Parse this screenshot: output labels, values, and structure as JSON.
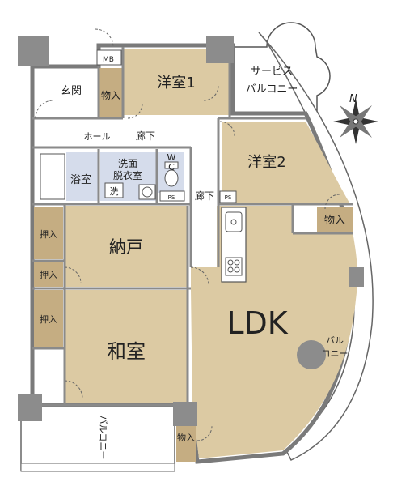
{
  "rooms": {
    "western1": "洋室1",
    "western2": "洋室2",
    "service_balcony_line1": "サービス",
    "service_balcony_line2": "バルコニー",
    "entrance": "玄関",
    "hall": "ホール",
    "corridor_upper": "廊下",
    "corridor_lower": "廊下",
    "bath": "浴室",
    "washroom_line1": "洗面",
    "washroom_line2": "脱衣室",
    "washer": "洗",
    "wc_line1": "W",
    "wc_line2": "C",
    "ps1": "PS",
    "ps2": "PS",
    "storage_room": "納戸",
    "japanese_room": "和室",
    "ldk": "LDK",
    "balcony_right_line1": "バル",
    "balcony_right_line2": "コニー",
    "balcony_bottom": "バルコニー",
    "mb": "MB"
  },
  "closets": {
    "top": "物入",
    "right": "物入",
    "bottom": "物入",
    "oshiire1": "押入",
    "oshiire2": "押入",
    "oshiire3": "押入"
  },
  "compass": {
    "north": "N"
  },
  "colors": {
    "room_fill": "#dccaa3",
    "closet_fill": "#c5ad82",
    "wet_fill": "#d5dceb",
    "wall": "#8a8a8a",
    "column": "#8c8c8c"
  }
}
